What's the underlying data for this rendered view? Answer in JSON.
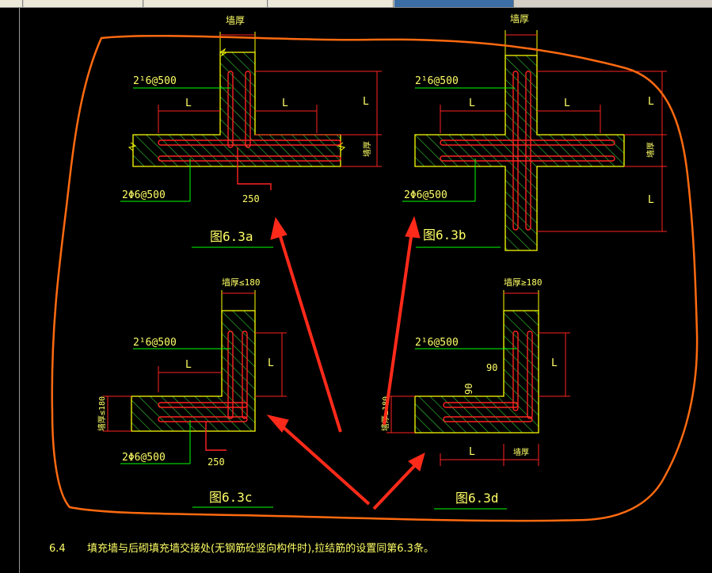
{
  "tabs": [
    {
      "label": "",
      "active": false
    },
    {
      "label": "",
      "active": false
    },
    {
      "label": "",
      "active": false
    },
    {
      "label": "",
      "active": true
    }
  ],
  "labels": {
    "rebar_top": "2¹6@500",
    "rebar_bottom": "2Φ6@500",
    "wall_thick": "墙厚",
    "wall_thick_le": "墙厚≤180",
    "wall_thick_ge": "墙厚≥180",
    "L": "L",
    "dim_250": "250",
    "dim_90": "90"
  },
  "figures": {
    "a": "图6.3a",
    "b": "图6.3b",
    "c": "图6.3c",
    "d": "图6.3d"
  },
  "note": {
    "num": "6.4",
    "text": "填充墙与后砌填充墙交接处(无钢筋砼竖向构件时),拉结筋的设置同第6.3条。"
  },
  "colors": {
    "wall": "#ffff00",
    "rebar": "#ff2222",
    "dim": "#ff2222",
    "leader": "#00ff00",
    "text": "#ffff66",
    "hatch": "#33cc33",
    "outline": "#ff6a10",
    "arrow": "#ff2a1a"
  }
}
